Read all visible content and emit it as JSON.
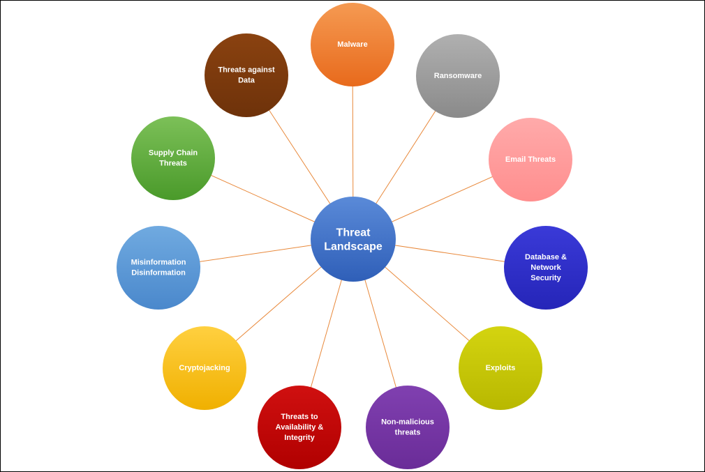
{
  "diagram": {
    "center": {
      "lines": [
        "Threat",
        "Landscape"
      ],
      "color_top": "#5a8ad8",
      "color_bottom": "#2f5fb8"
    },
    "connector_color": "#e8883a",
    "nodes": [
      {
        "id": "malware",
        "lines": [
          "Malware"
        ],
        "color_top": "#f59a52",
        "color_bottom": "#e86a1c"
      },
      {
        "id": "ransomware",
        "lines": [
          "Ransomware"
        ],
        "color_top": "#b0b0b0",
        "color_bottom": "#8a8a8a"
      },
      {
        "id": "email-threats",
        "lines": [
          "Email Threats"
        ],
        "color_top": "#ffaaaa",
        "color_bottom": "#ff8e8e"
      },
      {
        "id": "database-network-security",
        "lines": [
          "Database &",
          "Network",
          "Security"
        ],
        "color_top": "#3a3ad8",
        "color_bottom": "#2525b8"
      },
      {
        "id": "exploits",
        "lines": [
          "Exploits"
        ],
        "color_top": "#d4d410",
        "color_bottom": "#b8b800"
      },
      {
        "id": "non-malicious-threats",
        "lines": [
          "Non-malicious",
          "threats"
        ],
        "color_top": "#8040b0",
        "color_bottom": "#6a2c98"
      },
      {
        "id": "threats-availability-integrity",
        "lines": [
          "Threats to",
          "Availability &",
          "Integrity"
        ],
        "color_top": "#d01010",
        "color_bottom": "#b00000"
      },
      {
        "id": "cryptojacking",
        "lines": [
          "Cryptojacking"
        ],
        "color_top": "#ffd040",
        "color_bottom": "#f0b000"
      },
      {
        "id": "misinformation-disinformation",
        "lines": [
          "Misinformation",
          "Disinformation"
        ],
        "color_top": "#70aae0",
        "color_bottom": "#4a88cc"
      },
      {
        "id": "supply-chain-threats",
        "lines": [
          "Supply Chain",
          "Threats"
        ],
        "color_top": "#7cc058",
        "color_bottom": "#4a9a2a"
      },
      {
        "id": "threats-against-data",
        "lines": [
          "Threats against",
          "Data"
        ],
        "color_top": "#8a4210",
        "color_bottom": "#6e320a"
      }
    ]
  }
}
